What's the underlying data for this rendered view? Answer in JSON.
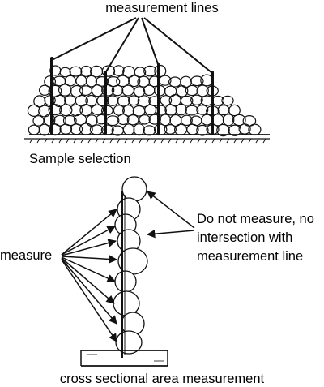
{
  "labels": {
    "measurement_lines": "measurement lines",
    "sample_selection": "Sample selection",
    "measure": "measure",
    "do_not_measure_lines": [
      "Do not measure, no",
      "intersection with",
      "measurement line"
    ],
    "cross_section": "cross sectional area measurement"
  },
  "colors": {
    "ink": "#111111",
    "background": "#ffffff"
  }
}
